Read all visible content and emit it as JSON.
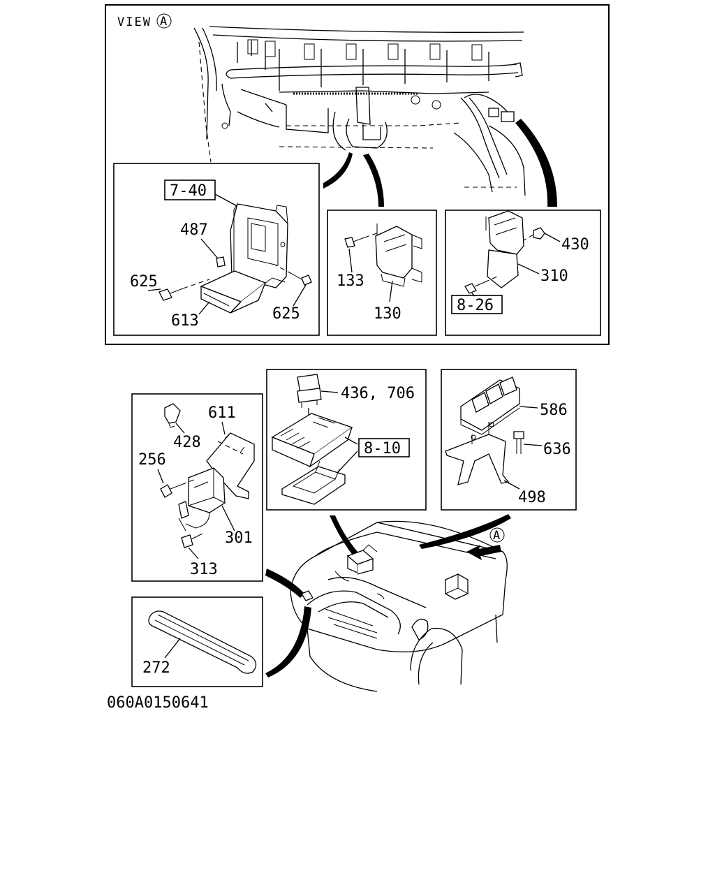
{
  "view": {
    "title": "VIEW",
    "marker": "A"
  },
  "labels": {
    "ref_7_40": "7-40",
    "p487": "487",
    "p625_left": "625",
    "p625_right": "625",
    "p613": "613",
    "p133": "133",
    "p130": "130",
    "p430": "430",
    "p310": "310",
    "ref_8_26": "8-26",
    "p436_706": "436, 706",
    "ref_8_10": "8-10",
    "p586": "586",
    "p636": "636",
    "p498": "498",
    "p611": "611",
    "p428": "428",
    "p256": "256",
    "p301": "301",
    "p313": "313",
    "p272": "272",
    "arrow_marker": "A"
  },
  "diagram_id": "060A0150641"
}
